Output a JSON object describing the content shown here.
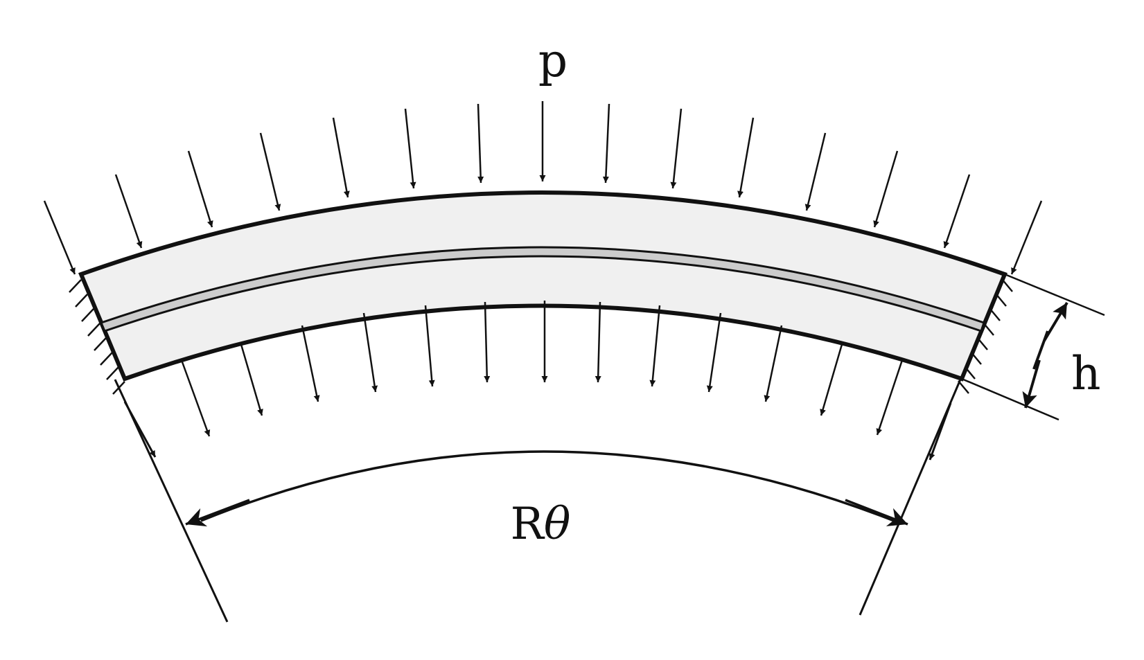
{
  "diagram": {
    "labels": {
      "pressure": "p",
      "thickness": "h",
      "arc_length_base": "R",
      "arc_length_angle": "θ"
    },
    "colors": {
      "background": "#ffffff",
      "stroke": "#111111",
      "shell_fill": "#f0f0f0",
      "midlayer_fill": "#cccccc"
    }
  }
}
